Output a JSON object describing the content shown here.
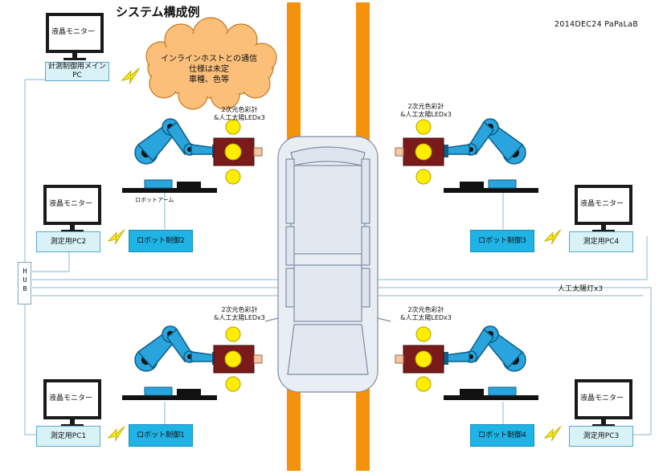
{
  "title": "システム構成例",
  "credit": "2014DEC24 PaPaLaB",
  "cloud_note": "インラインホストとの通信\n仕様は未定\n車種、色等",
  "main_pc": "計測制御用メイン\nPC",
  "monitor_label": "液晶モニター",
  "hub_label": "HUB",
  "sunlight_label": "人工太陽灯x3",
  "robot_arm_label": "ロボットアーム",
  "led_note": "2次元色彩計\n&人工太陽LEDx3",
  "stations": [
    {
      "pc": "測定用PC2",
      "robot": "ロボット制御2"
    },
    {
      "pc": "測定用PC4",
      "robot": "ロボット制御3"
    },
    {
      "pc": "測定用PC1",
      "robot": "ロボット制御1"
    },
    {
      "pc": "測定用PC3",
      "robot": "ロボット制御4"
    }
  ],
  "colors": {
    "rail": "#f5920c",
    "pc_fill": "#d9f2f7",
    "robot_fill": "#1fb3e6",
    "arm": "#2aa4dc",
    "sensor_head": "#7a1a1a",
    "lamp": "#ffee00",
    "cloud": "#fbbf7a",
    "bolt": "#f2ea1a",
    "wire": "#9ec3d9"
  }
}
